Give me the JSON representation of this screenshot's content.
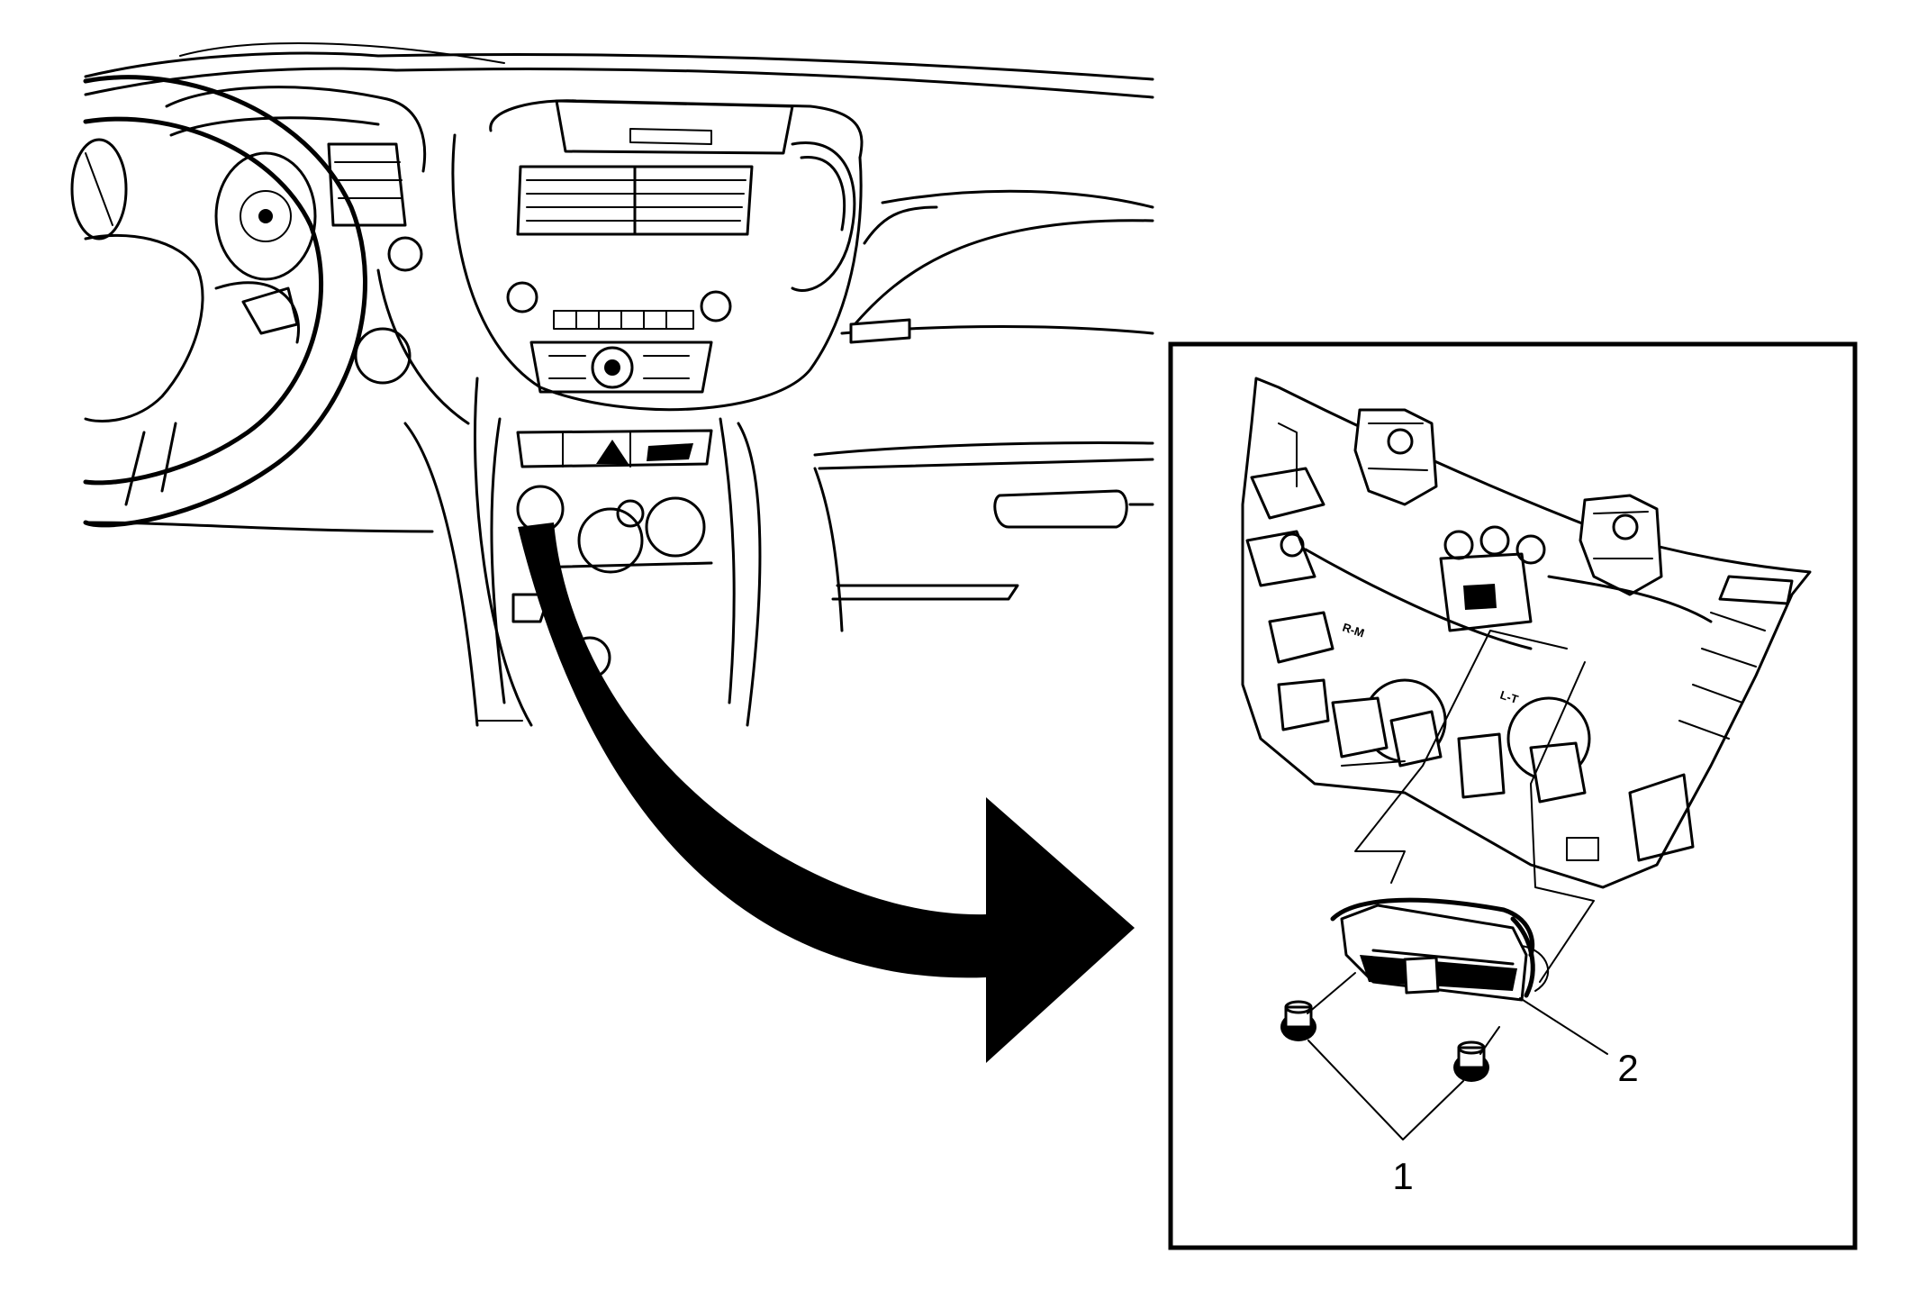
{
  "diagram": {
    "callouts": [
      {
        "id": "1",
        "label": "1"
      },
      {
        "id": "2",
        "label": "2"
      }
    ],
    "part_markings": [
      {
        "id": "r-m",
        "text": "R-M"
      },
      {
        "id": "l-t",
        "text": "L-T"
      }
    ]
  }
}
